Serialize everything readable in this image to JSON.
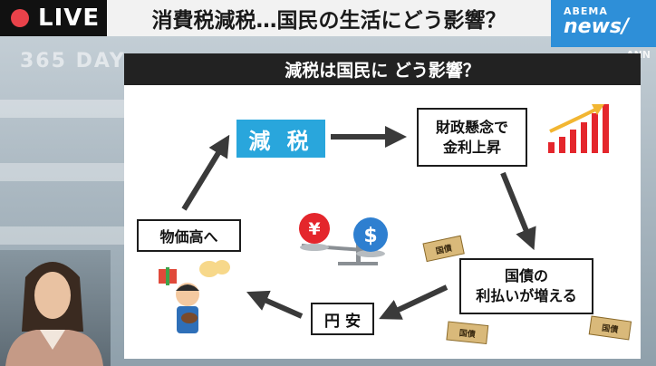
{
  "banner": {
    "live_label": "LIVE",
    "headline": "消費税減税…国民の生活にどう影響？",
    "logo_top": "ABEMA",
    "logo_bottom": "news/",
    "ann": "ANN",
    "live_color": "#e9424a",
    "logo_color": "#2e8fd8"
  },
  "background": {
    "wall_text": "365 DAY"
  },
  "board": {
    "title": "減税は国民に どう影響？",
    "nodes": {
      "tax_cut": "減 税",
      "fiscal_line1": "財政懸念で",
      "fiscal_line2": "金利上昇",
      "debt_line1": "国債の",
      "debt_line2": "利払いが増える",
      "yen": "円 安",
      "prices": "物価高へ"
    },
    "bond_label": "国債",
    "accent_color": "#29a6dc",
    "trend_color": "#e4262c",
    "trend_arrow_color": "#f2b632"
  }
}
